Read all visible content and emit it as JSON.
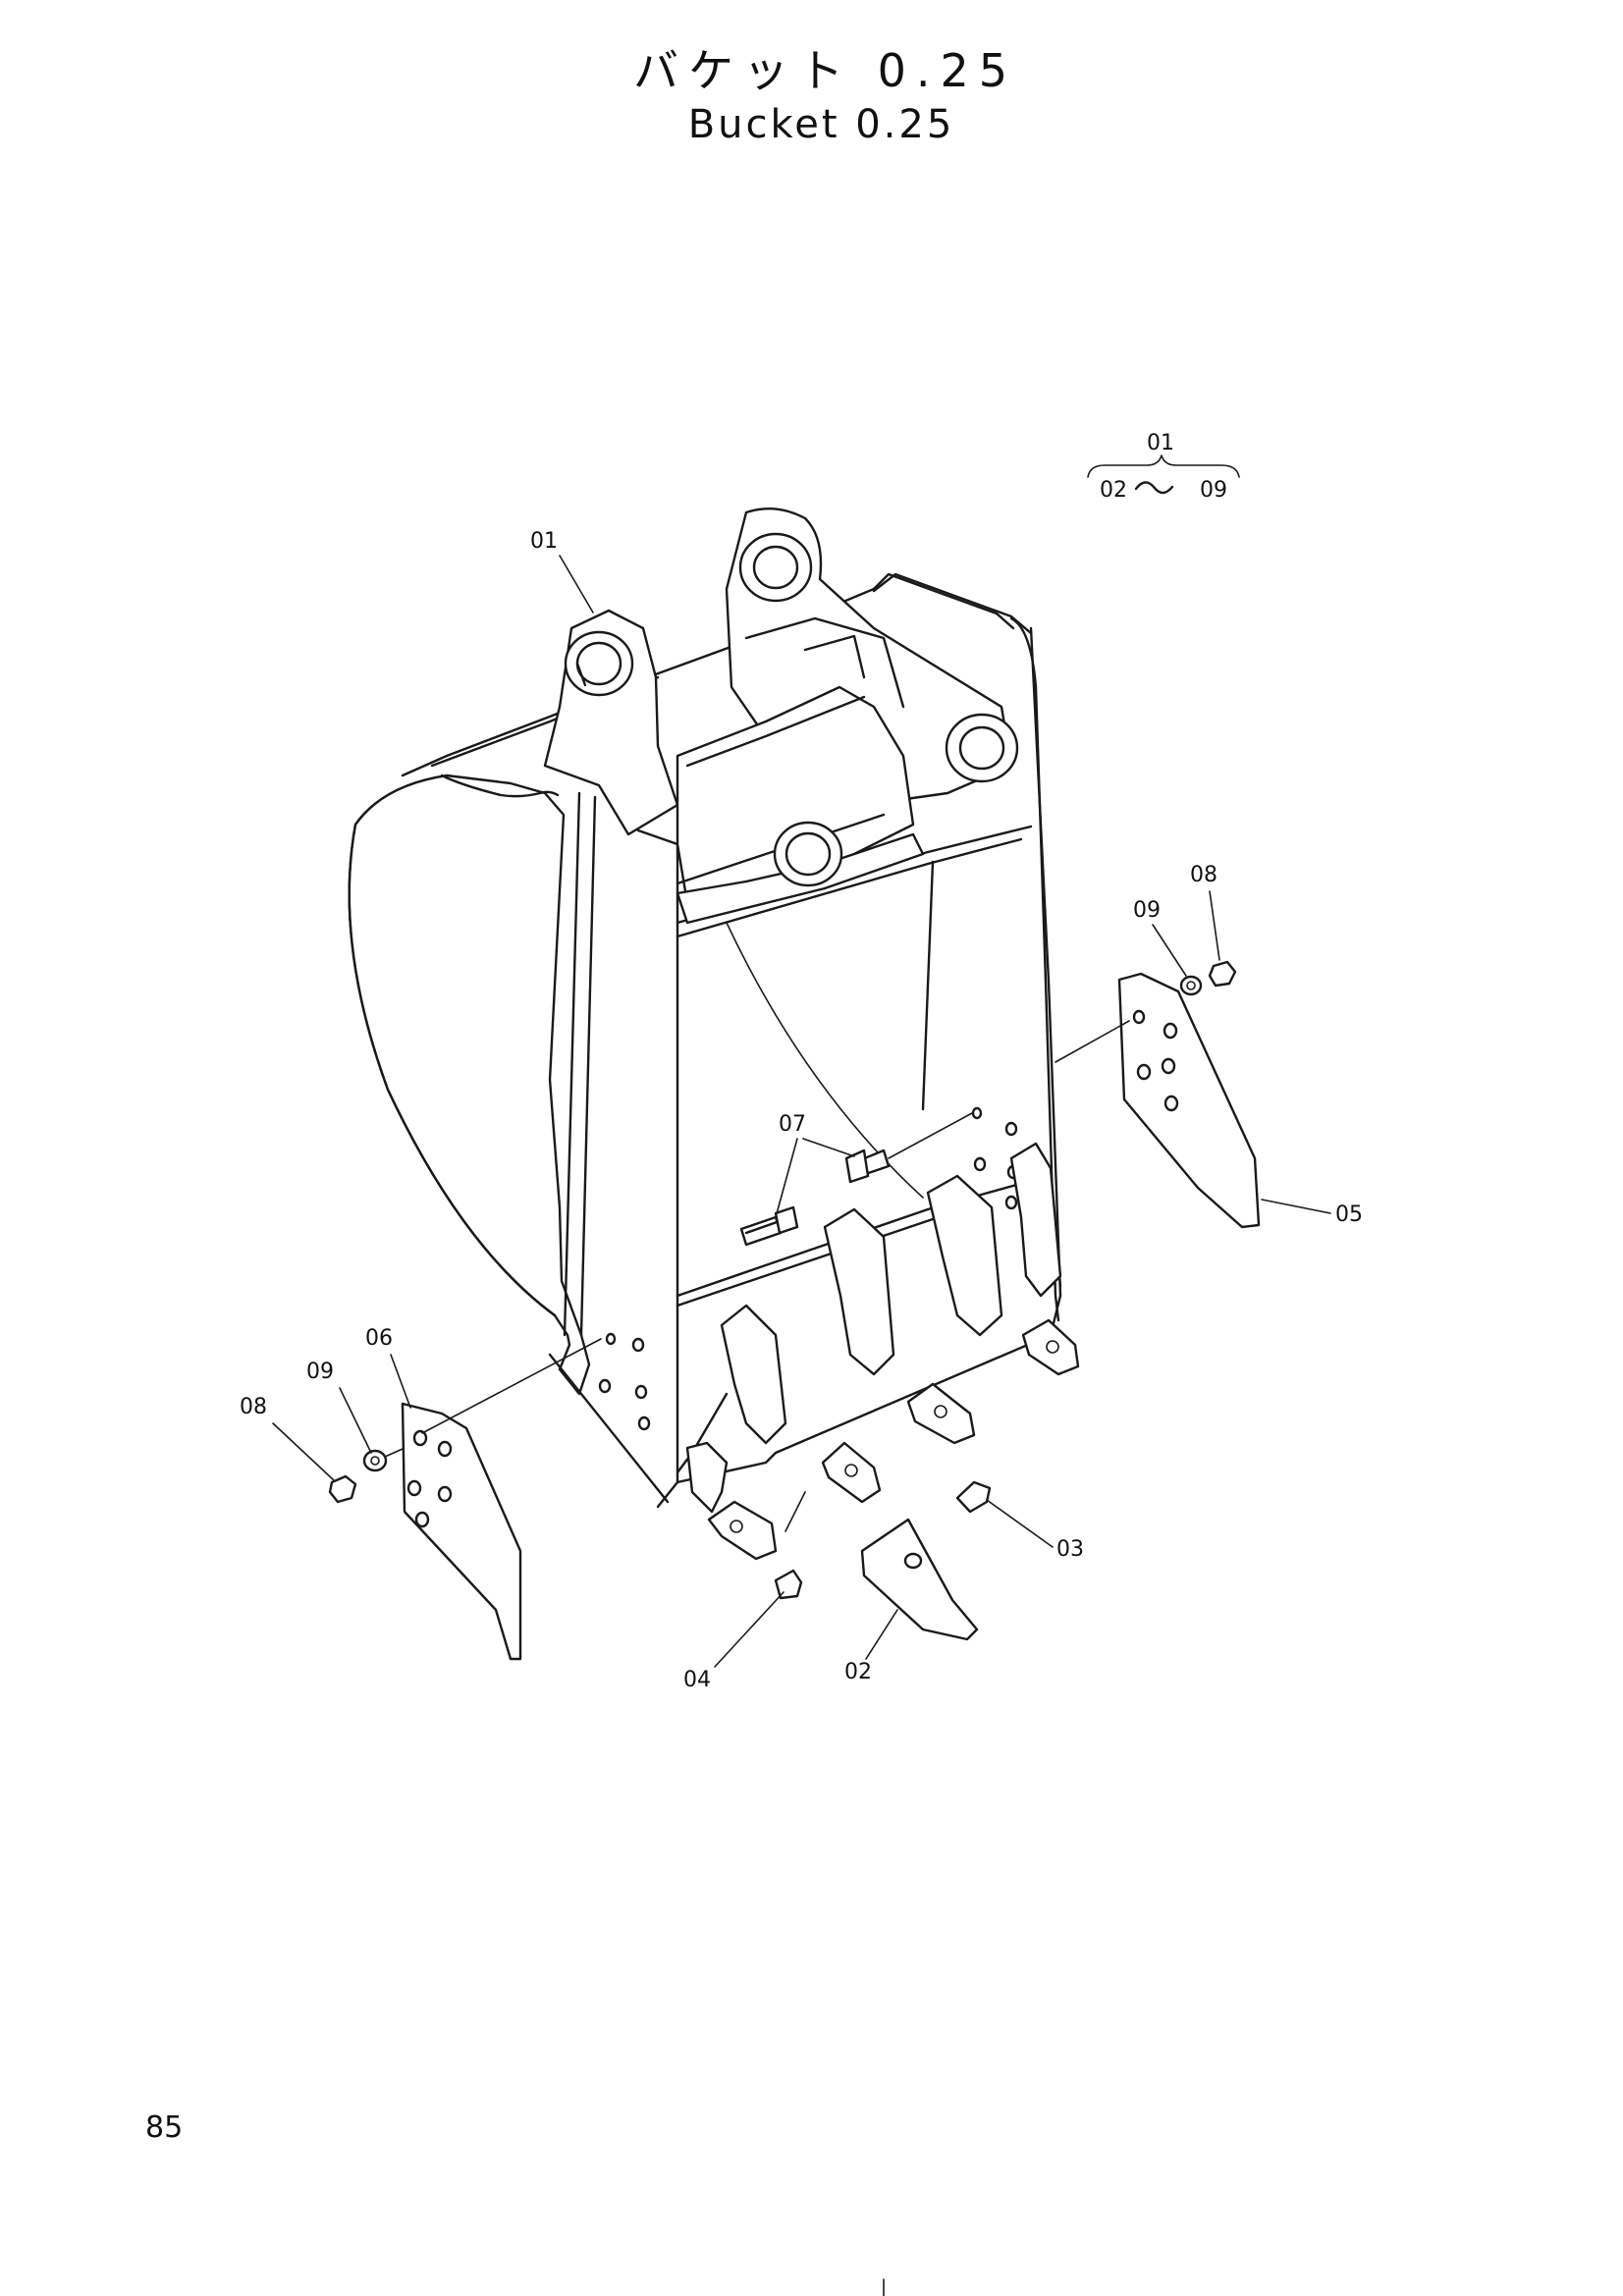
{
  "title_jp": "バケット 0.25",
  "title_en": "Bucket 0.25",
  "page_number": "85",
  "assembly_note": {
    "top": "01",
    "bottom_left": "02",
    "bottom_right": "09"
  },
  "callouts": {
    "p01": "01",
    "p02": "02",
    "p03": "03",
    "p04": "04",
    "p05": "05",
    "p06": "06",
    "p07": "07",
    "p08_right": "08",
    "p09_right": "09",
    "p08_left": "08",
    "p09_left": "09"
  }
}
